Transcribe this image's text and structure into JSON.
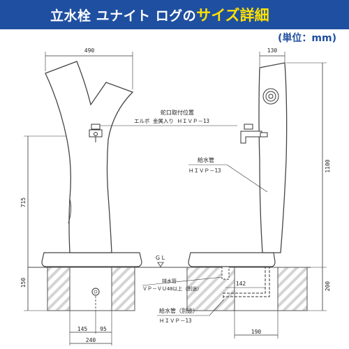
{
  "header": {
    "title_main": "立水栓 ユナイト ログの",
    "title_accent": "サイズ詳細",
    "unit": "(単位：mm)"
  },
  "dimensions": {
    "left_width": "490",
    "right_width": "130",
    "left_height": "715",
    "right_height": "1100",
    "left_base_height": "150",
    "right_base_height": "200",
    "base_left_a": "145",
    "base_left_b": "95",
    "base_left_total": "240",
    "right_base_width": "190",
    "drain_offset": "142"
  },
  "labels": {
    "faucet_pos_1": "蛇口取付位置",
    "faucet_pos_2": "エルボ 金属入り ＨＩＶＰ－13",
    "supply_pipe_1": "給水管",
    "supply_pipe_2": "ＨＩＶＰ－13",
    "gl": "ＧＬ",
    "drain_pipe_1": "排水管",
    "drain_pipe_2": "ＶＰ－ＶＵ40以上（別途）",
    "supply_sep_1": "給水管（別途）",
    "supply_sep_2": "ＨＩＶＰ－13"
  }
}
